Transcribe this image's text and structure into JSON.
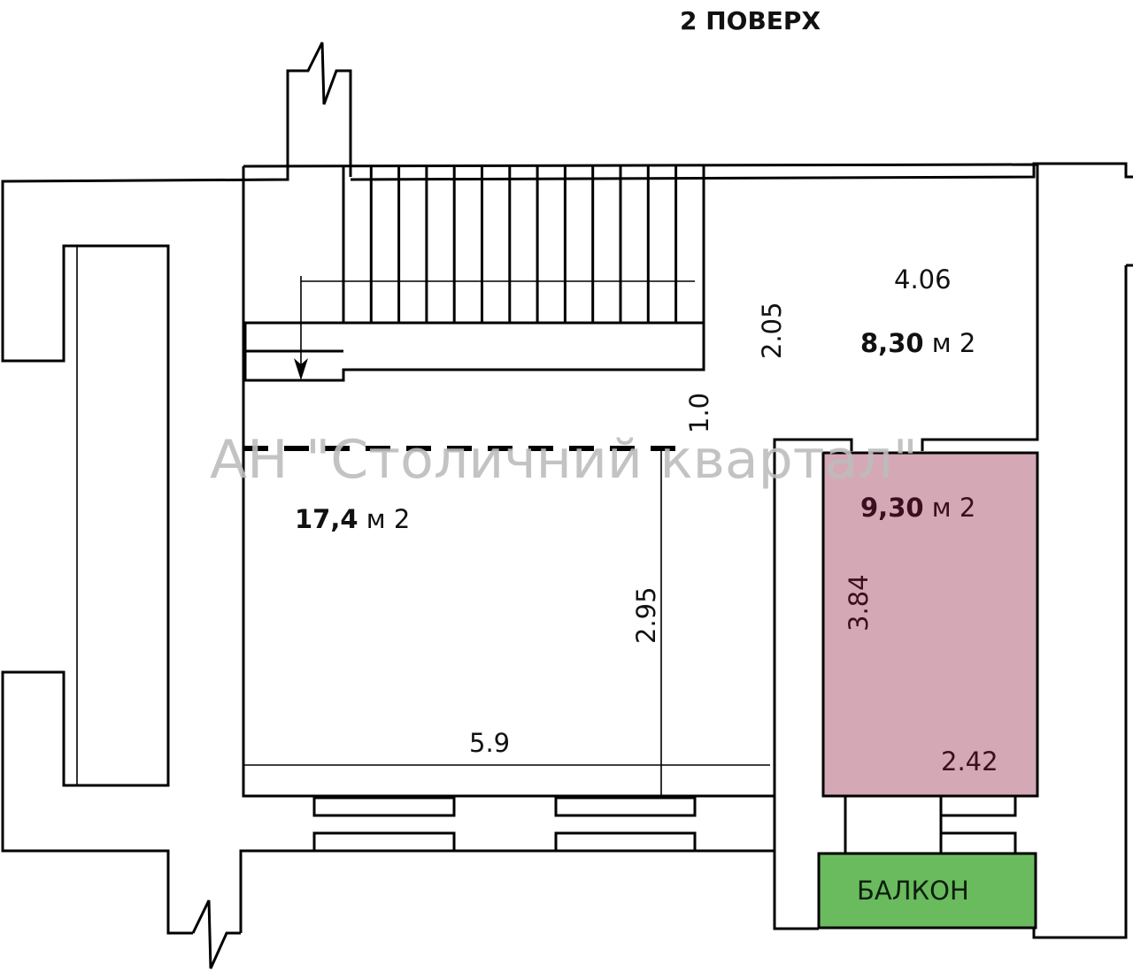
{
  "title": "2 ПОВЕРХ",
  "watermark": "АН \"Столичний квартал\"",
  "rooms": [
    {
      "name": "hall",
      "area_value": "8,30",
      "area_unit": "м 2",
      "dims": [
        "4.06",
        "2.05"
      ]
    },
    {
      "name": "main-room",
      "area_value": "17,4",
      "area_unit": "м 2",
      "dims": [
        "5.9",
        "2.95",
        "1.0"
      ]
    },
    {
      "name": "bedroom",
      "area_value": "9,30",
      "area_unit": "м 2",
      "dims": [
        "3.84",
        "2.42"
      ]
    }
  ],
  "balcony_label": "БАЛКОН",
  "colors": {
    "bedroom": "#d5a8b6",
    "balcony": "#6abb5e",
    "bedroom_text": "#3a0f1e",
    "watermark": "#bdbdbd"
  }
}
